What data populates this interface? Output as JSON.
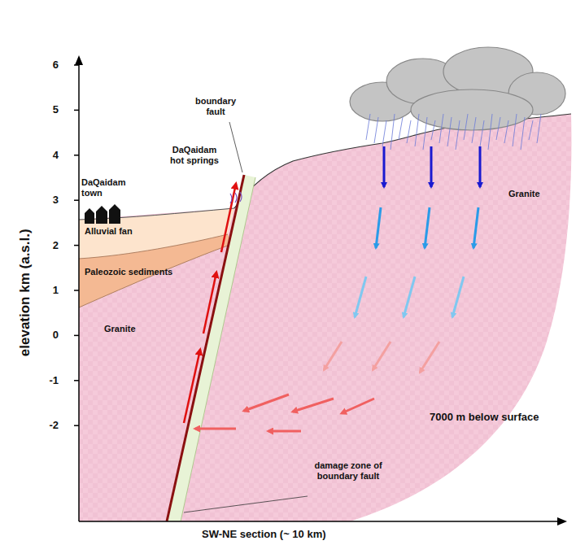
{
  "diagram": {
    "labels": [
      "elevation km (a.s.l.)",
      "6",
      "5",
      "4",
      "3",
      "2",
      "1",
      "0",
      "-1",
      "-2",
      "boundary fault",
      "DaQaidam hot springs",
      "DaQaidam town",
      "Alluvial fan",
      "Paleozoic sediments",
      "Granite",
      "Granite",
      "7000 m below surface",
      "damage zone of boundary fault",
      "SW-NE section (~ 10 km)"
    ]
  }
}
